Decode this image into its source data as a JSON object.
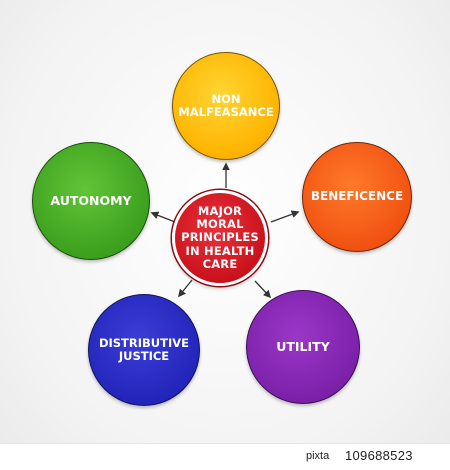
{
  "diagram": {
    "center": {
      "label": "MAJOR\nMORAL\nPRINCIPLES\nIN HEALTH\nCARE",
      "color": "#c8101a"
    },
    "nodes": [
      {
        "id": "top",
        "label": "NON\nMALFEASANCE",
        "color": "#ffb300"
      },
      {
        "id": "left",
        "label": "AUTONOMY",
        "color": "#3a9e1c"
      },
      {
        "id": "right",
        "label": "BENEFICENCE",
        "color": "#f04f10"
      },
      {
        "id": "bottom-left",
        "label": "DISTRIBUTIVE\nJUSTICE",
        "color": "#2124b8"
      },
      {
        "id": "bottom-right",
        "label": "UTILITY",
        "color": "#7a1fa8"
      }
    ]
  },
  "footer": {
    "brand": "pixta",
    "image_id": "109688523"
  }
}
